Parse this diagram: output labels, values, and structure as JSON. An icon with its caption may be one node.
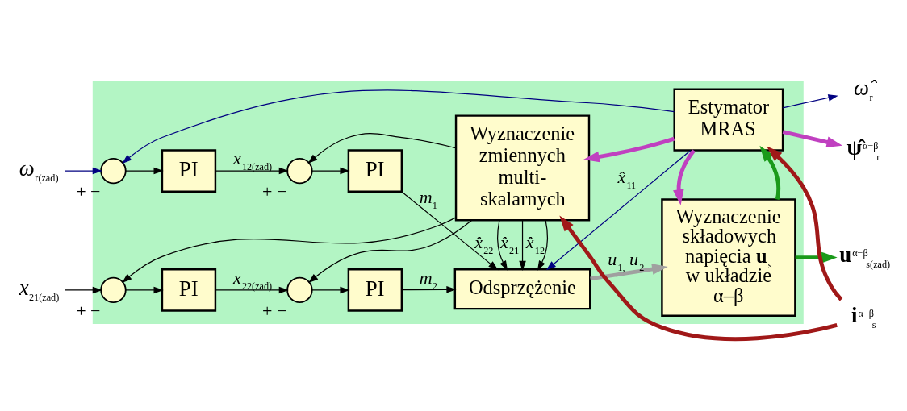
{
  "diagram": {
    "nodes": [
      {
        "text": [],
        "shape": "box"
      },
      {
        "text": [
          "*ω*$_{r(zad)}$"
        ]
      },
      {
        "text": [
          "*x*$_{21(zad)}$"
        ]
      },
      {
        "text": [],
        "shape": "circle",
        "in": 0,
        "beside": [
          "+",
          "−"
        ]
      },
      {
        "text": [],
        "shape": "circle",
        "in": 0,
        "beside": [
          "+",
          "−"
        ]
      },
      {
        "text": [
          "PI"
        ],
        "in": 0
      },
      {
        "text": [
          "PI"
        ],
        "in": 0
      },
      {
        "text": [],
        "shape": "circle",
        "in": 0,
        "beside": [
          "+",
          "−"
        ]
      },
      {
        "text": [],
        "shape": "circle",
        "in": 0,
        "beside": [
          "+",
          "−"
        ]
      },
      {
        "text": [
          "PI"
        ],
        "in": 0
      },
      {
        "text": [
          "PI"
        ],
        "in": 0
      },
      {
        "text": [
          "Odsprzężenie"
        ],
        "in": 0
      },
      {
        "text": [
          "Wyznaczenie składowych napięcia **u**$_{s}$ w układzie α–β"
        ],
        "in": 0
      },
      {
        "text": [
          "Wyznaczenie zmiennych multi- skalarnych"
        ],
        "in": 0
      },
      {
        "text": [
          "Estymator MRAS"
        ],
        "in": 0
      },
      {
        "text": [
          "**u**$^{α−β}$$_{s(zad)}$"
        ]
      },
      {
        "text": [
          "**i**$^{α−β}$$_{s}$"
        ]
      },
      {
        "text": [
          "**ψ̂**$^{α−β}$$_{r}$"
        ]
      },
      {
        "text": [
          "*ω̂*$_{r}$"
        ]
      }
    ],
    "edges": [
      {
        "from": 1,
        "to": 3,
        "arrow": "to",
        "color": "#000080"
      },
      {
        "from": 3,
        "to": 5,
        "arrow": "to"
      },
      {
        "from": 5,
        "to": 7,
        "arrow": "to",
        "label": "*x*$_{12(zad)}$"
      },
      {
        "from": 7,
        "to": 9,
        "arrow": "to"
      },
      {
        "from": 9,
        "to": 11,
        "arrow": "to",
        "label": "*m*$_{1}$"
      },
      {
        "from": 2,
        "to": 4,
        "arrow": "to"
      },
      {
        "from": 4,
        "to": 6,
        "arrow": "to"
      },
      {
        "from": 6,
        "to": 8,
        "arrow": "to",
        "label": "*x*$_{22(zad)}$"
      },
      {
        "from": 8,
        "to": 10,
        "arrow": "to"
      },
      {
        "from": 10,
        "to": 11,
        "arrow": "to",
        "label": "*m*$_{2}$"
      },
      {
        "from": 11,
        "to": 12,
        "arrow": "to",
        "label": "*u*$_{1,}$ *u*$_{2}$",
        "style": "thick",
        "color": "#a0a0a0"
      },
      {
        "from": 14,
        "to": 11,
        "arrow": "to",
        "label": "*x̂*$_{11}$",
        "color": "#000080"
      },
      {
        "from": 14,
        "to": 3,
        "arrow": "to",
        "color": "#000080"
      },
      {
        "from": 14,
        "to": 18,
        "arrow": "to",
        "color": "#000080"
      },
      {
        "from": 13,
        "to": 11,
        "arrow": "to",
        "label": "*x̂*$_{21}$"
      },
      {
        "from": 13,
        "to": 11,
        "arrow": "to",
        "label": "*x̂*$_{12}$"
      },
      {
        "from": 13,
        "to": 11,
        "arrow": "to",
        "label": "*x̂*$_{22}$"
      },
      {
        "from": 13,
        "to": 4,
        "arrow": "to"
      },
      {
        "from": 13,
        "to": 7,
        "arrow": "to"
      },
      {
        "from": 13,
        "to": 8,
        "arrow": "to"
      },
      {
        "from": 12,
        "to": 15,
        "arrow": "to",
        "style": "thick",
        "color": "#1a9a1a"
      },
      {
        "from": 12,
        "to": 14,
        "arrow": "to",
        "style": "thick",
        "color": "#1a9a1a"
      },
      {
        "from": 14,
        "to": 13,
        "arrow": "to",
        "style": "thick",
        "color": "#c040c0"
      },
      {
        "from": 14,
        "to": 12,
        "arrow": "to",
        "style": "thick",
        "color": "#c040c0"
      },
      {
        "from": 14,
        "to": 17,
        "arrow": "to",
        "style": "thick",
        "color": "#c040c0"
      },
      {
        "from": 16,
        "to": 14,
        "arrow": "to",
        "style": "thick",
        "color": "#a01818"
      },
      {
        "from": 16,
        "to": 13,
        "arrow": "to",
        "style": "thick",
        "color": "#a01818"
      }
    ]
  }
}
